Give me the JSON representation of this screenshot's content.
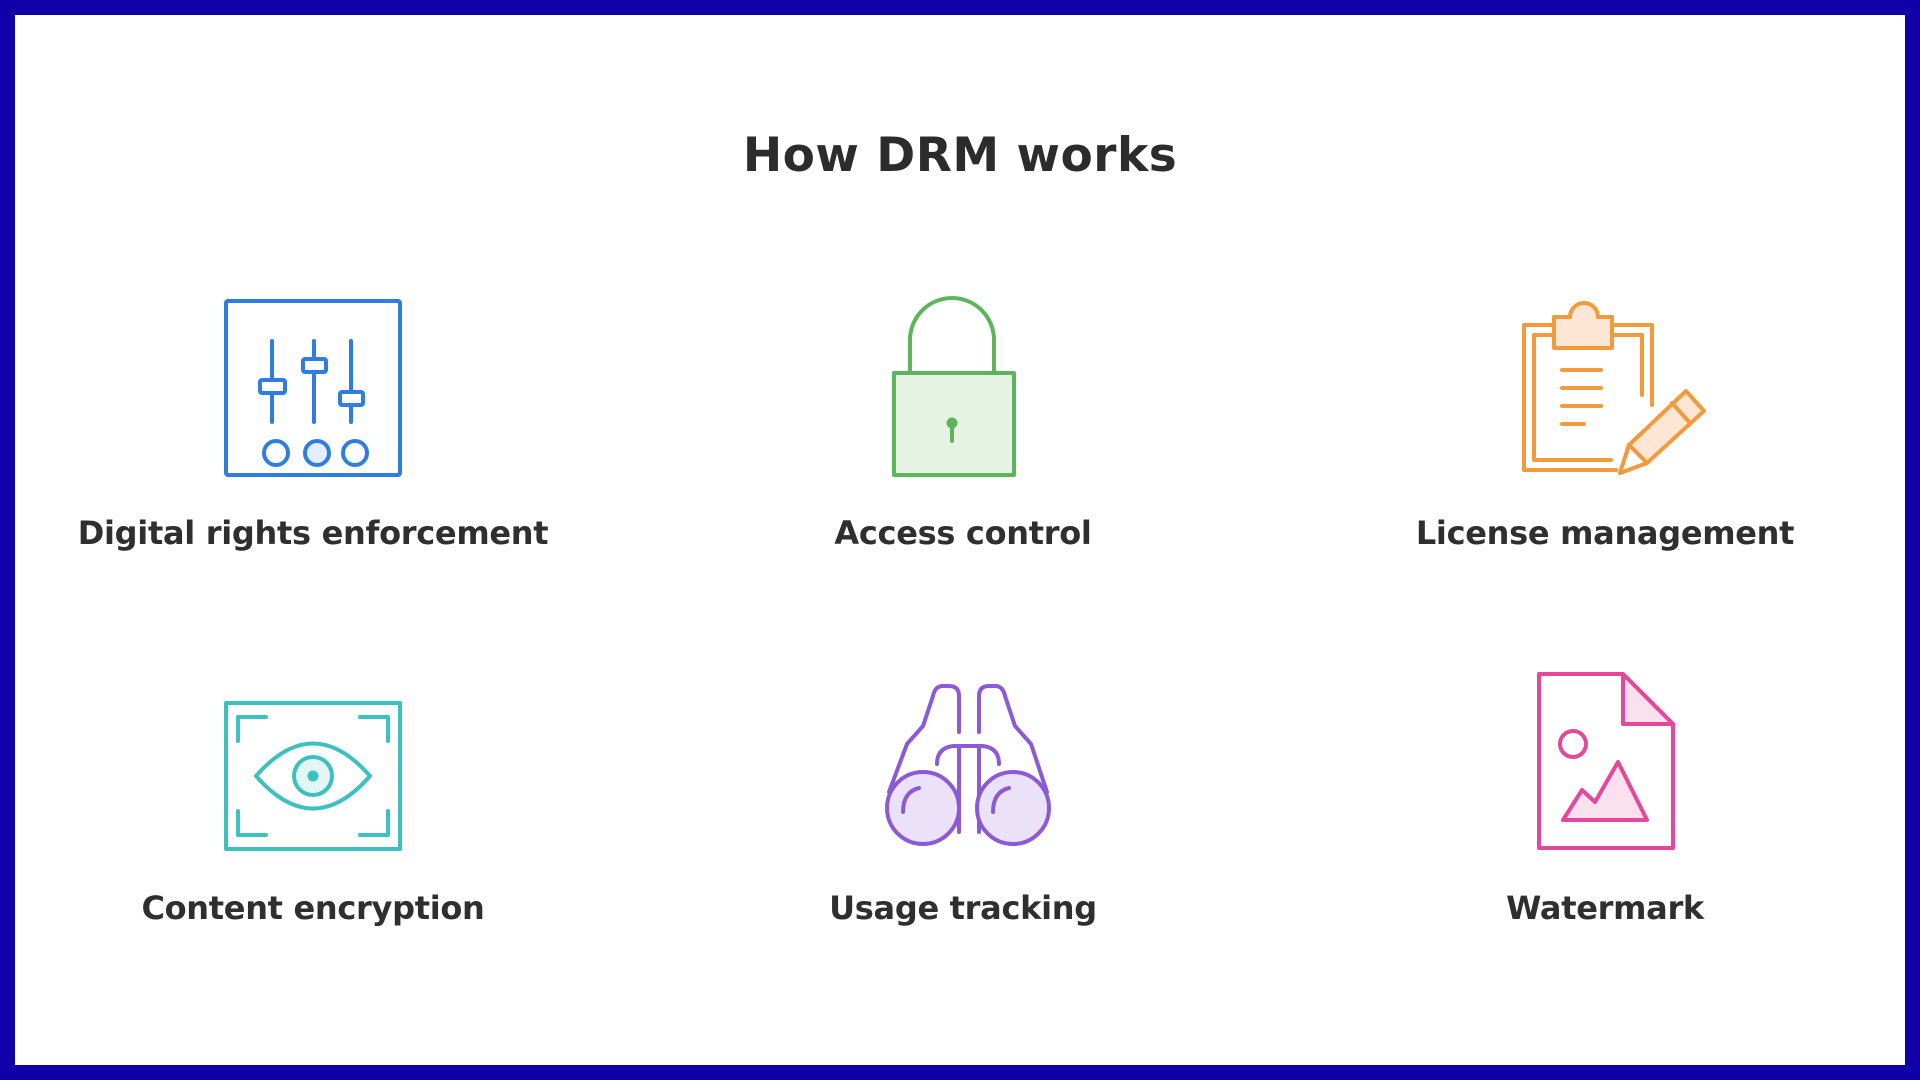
{
  "title": "How DRM works",
  "colors": {
    "frame_border": "#1000a8",
    "background": "#ffffff",
    "text": "#2c2c2c",
    "blue": "#2f7de1",
    "green": "#5bb55a",
    "orange": "#f39a3d",
    "teal": "#3cc1bf",
    "purple": "#8d5ad6",
    "pink": "#e5479b"
  },
  "features": [
    {
      "label": "Digital rights enforcement",
      "icon": "sliders-icon"
    },
    {
      "label": "Access control",
      "icon": "padlock-icon"
    },
    {
      "label": "License management",
      "icon": "clipboard-pencil-icon"
    },
    {
      "label": "Content encryption",
      "icon": "eye-scan-icon"
    },
    {
      "label": "Usage tracking",
      "icon": "binoculars-icon"
    },
    {
      "label": "Watermark",
      "icon": "image-document-icon"
    }
  ]
}
